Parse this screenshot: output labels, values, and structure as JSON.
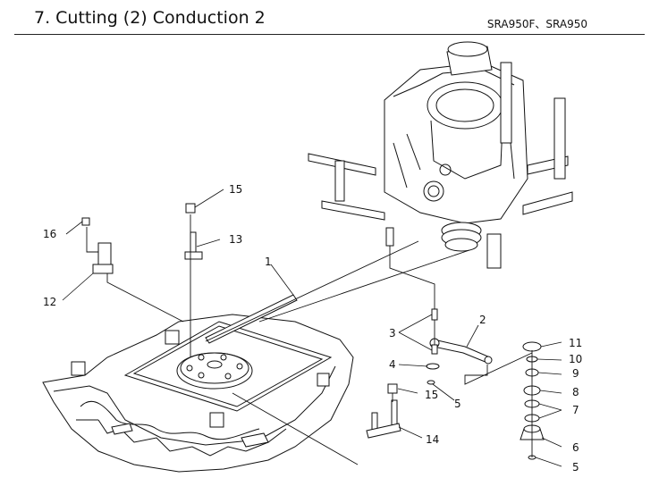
{
  "header": {
    "title": "7. Cutting (2) Conduction 2",
    "models": "SRA950F、SRA950"
  },
  "callouts": [
    {
      "id": "c1",
      "label": "1"
    },
    {
      "id": "c2",
      "label": "2"
    },
    {
      "id": "c3",
      "label": "3"
    },
    {
      "id": "c4",
      "label": "4"
    },
    {
      "id": "c5a",
      "label": "5"
    },
    {
      "id": "c5b",
      "label": "5"
    },
    {
      "id": "c6",
      "label": "6"
    },
    {
      "id": "c7",
      "label": "7"
    },
    {
      "id": "c8",
      "label": "8"
    },
    {
      "id": "c9",
      "label": "9"
    },
    {
      "id": "c10",
      "label": "10"
    },
    {
      "id": "c11",
      "label": "11"
    },
    {
      "id": "c12",
      "label": "12"
    },
    {
      "id": "c13",
      "label": "13"
    },
    {
      "id": "c14",
      "label": "14"
    },
    {
      "id": "c15a",
      "label": "15"
    },
    {
      "id": "c15b",
      "label": "15"
    },
    {
      "id": "c16",
      "label": "16"
    }
  ]
}
